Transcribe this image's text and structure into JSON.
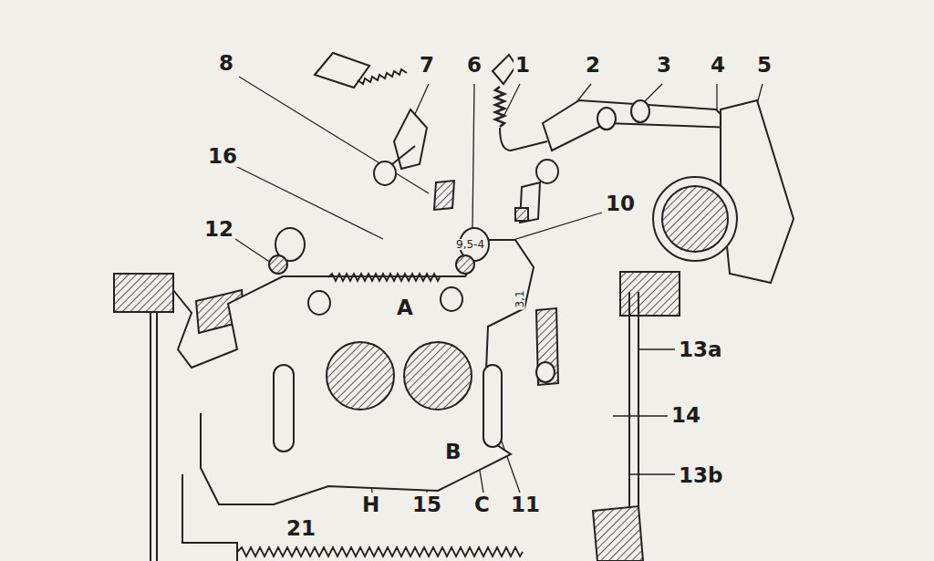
{
  "diagram": {
    "labels": [
      "8",
      "7",
      "6",
      "1",
      "2",
      "3",
      "4",
      "5",
      "16",
      "12",
      "10",
      "A",
      "9,5-4",
      "3,1",
      "13a",
      "14",
      "13b",
      "B",
      "H",
      "15",
      "C",
      "11",
      "21"
    ]
  }
}
